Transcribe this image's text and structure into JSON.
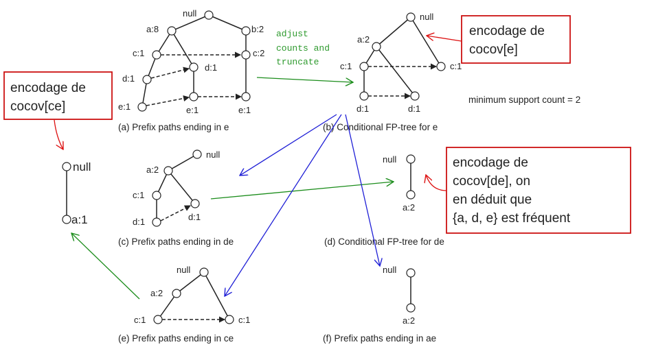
{
  "panel_a": {
    "nodes": {
      "null": "null",
      "a8": "a:8",
      "b2": "b:2",
      "c1": "c:1",
      "c2": "c:2",
      "d1_left": "d:1",
      "d1_mid": "d:1",
      "e1_left": "e:1",
      "e1_mid": "e:1",
      "e1_right": "e:1"
    },
    "caption": "(a) Prefix paths ending in e"
  },
  "adjust_note": [
    "adjust",
    "counts and",
    "truncate"
  ],
  "panel_b": {
    "nodes": {
      "null": "null",
      "a2": "a:2",
      "c1_left": "c:1",
      "c1_right": "c:1",
      "d1_left": "d:1",
      "d1_right": "d:1"
    },
    "caption": "(b) Conditional FP-tree for e"
  },
  "min_support": "minimum support count = 2",
  "panel_c": {
    "nodes": {
      "null": "null",
      "a2": "a:2",
      "c1": "c:1",
      "d1_left": "d:1",
      "d1_right": "d:1"
    },
    "caption": "(c) Prefix paths ending in de"
  },
  "panel_d": {
    "nodes": {
      "null": "null",
      "a2": "a:2"
    },
    "caption": "(d) Conditional FP-tree for de"
  },
  "panel_e": {
    "nodes": {
      "null": "null",
      "a2": "a:2",
      "c1_left": "c:1",
      "c1_right": "c:1"
    },
    "caption": "(e) Prefix paths ending in ce"
  },
  "panel_f": {
    "nodes": {
      "null": "null",
      "a2": "a:2"
    },
    "caption": "(f) Prefix paths ending in ae"
  },
  "panel_ce_tree": {
    "nodes": {
      "null": "null",
      "a1": "a:1"
    }
  },
  "callouts": {
    "e": [
      "encodage de",
      "cocov[e]"
    ],
    "ce": [
      "encodage de",
      "cocov[ce]"
    ],
    "de": [
      "encodage de",
      "cocov[de], on",
      "en déduit que",
      "{a, d, e} est fréquent"
    ]
  }
}
